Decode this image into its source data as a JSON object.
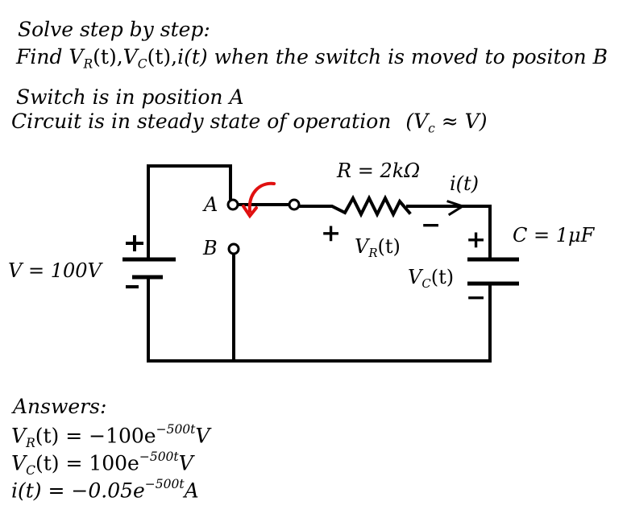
{
  "problem": {
    "line1": "Solve step by step:",
    "line2_prefix": "Find ",
    "vr_sym": "V",
    "vr_sub": "R",
    "vr_arg": "(t),",
    "vc_sym": "V",
    "vc_sub": "C",
    "vc_arg": "(t),",
    "i_expr": "i(t)",
    "line2_suffix": " when the switch is moved to positon B",
    "line3": "Switch is in position A",
    "line4": "Circuit is in steady state of operation",
    "approx_open": "(V",
    "approx_sub": "c",
    "approx_close": " ≈ V)"
  },
  "circuit": {
    "source_label": "V = 100V",
    "resistor_label": "R = 2kΩ",
    "current_label": "i(t)",
    "capacitor_label": "C = 1μF",
    "vr_label_sym": "V",
    "vr_label_sub": "R",
    "vr_label_arg": "(t)",
    "vc_label_sym": "V",
    "vc_label_sub": "C",
    "vc_label_arg": "(t)",
    "switch_a": "A",
    "switch_b": "B",
    "plus": "+",
    "minus": "−",
    "colors": {
      "wire": "#000000",
      "switch_arrow": "#e01010"
    }
  },
  "answers": {
    "heading": "Answers:",
    "vr_sym": "V",
    "vr_sub": "R",
    "vr_rest": "(t) = −100e",
    "vr_exp": "−500t",
    "vr_unit": "V",
    "vc_sym": "V",
    "vc_sub": "C",
    "vc_rest": "(t) = 100e",
    "vc_exp": "−500t",
    "vc_unit": "V",
    "i_rest": "i(t) = −0.05e",
    "i_exp": "−500t",
    "i_unit": "A"
  }
}
